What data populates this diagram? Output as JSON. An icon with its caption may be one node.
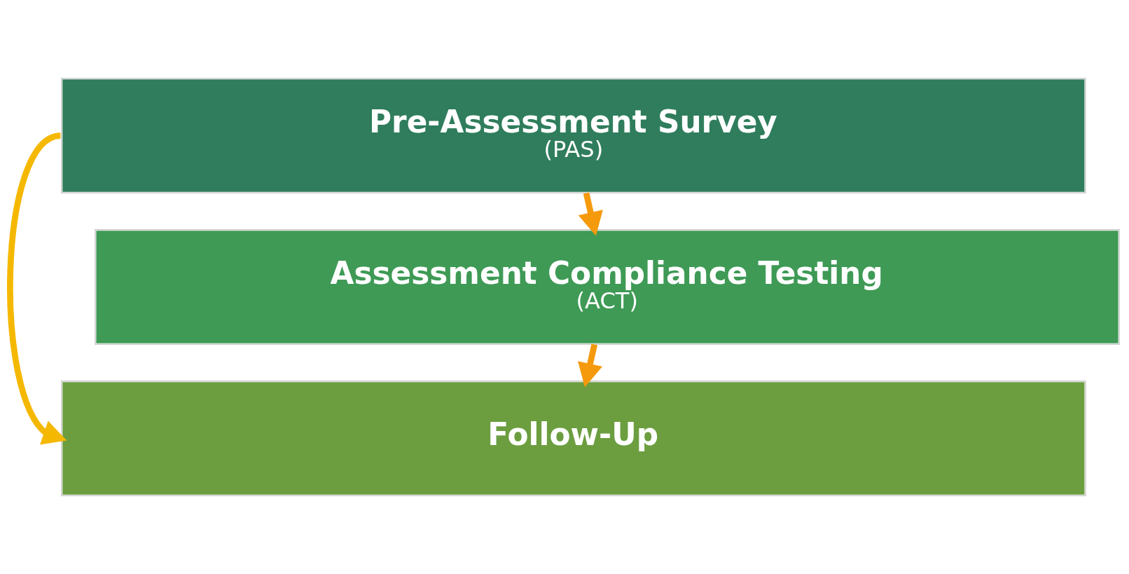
{
  "diagram": {
    "nodes": [
      {
        "text": [
          "Pre-Assessment Survey",
          "(PAS)"
        ]
      },
      {
        "text": [
          "Assessment Compliance Testing",
          "(ACT)"
        ]
      },
      {
        "text": [
          "Follow-Up"
        ]
      }
    ],
    "edges": [
      {
        "from": 0,
        "to": 1,
        "arrow": "to"
      },
      {
        "from": 1,
        "to": 2,
        "arrow": "to"
      },
      {
        "from": 0,
        "to": 2,
        "arrow": "to",
        "color": "#f5b800"
      }
    ]
  }
}
